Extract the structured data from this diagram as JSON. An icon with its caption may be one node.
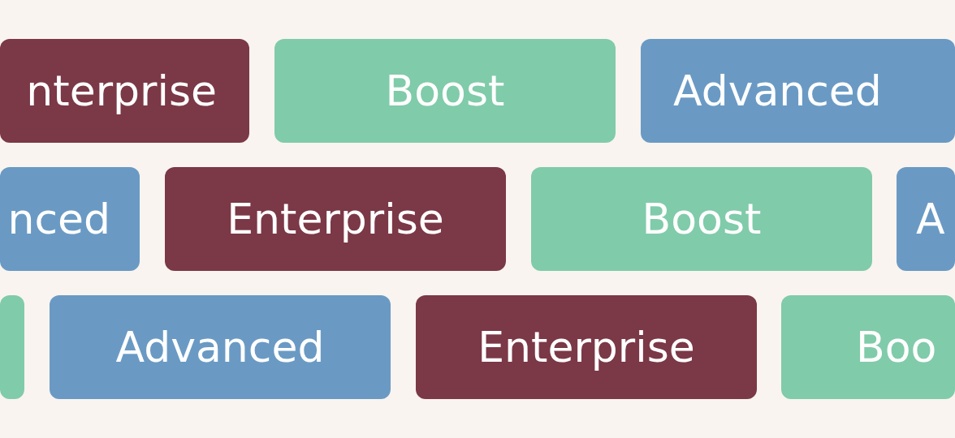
{
  "diagram": {
    "nodes": [
      {
        "text": [
          "nterprise"
        ]
      },
      {
        "text": [
          "Boost"
        ]
      },
      {
        "text": [
          "Advanced"
        ]
      },
      {
        "text": [
          "nced"
        ]
      },
      {
        "text": [
          "Enterprise"
        ]
      },
      {
        "text": [
          "Boost"
        ]
      },
      {
        "text": [
          "A"
        ]
      },
      {
        "text": [],
        "shape": "box"
      },
      {
        "text": [
          "Advanced"
        ]
      },
      {
        "text": [
          "Enterprise"
        ]
      },
      {
        "text": [
          "Boo"
        ]
      }
    ]
  }
}
